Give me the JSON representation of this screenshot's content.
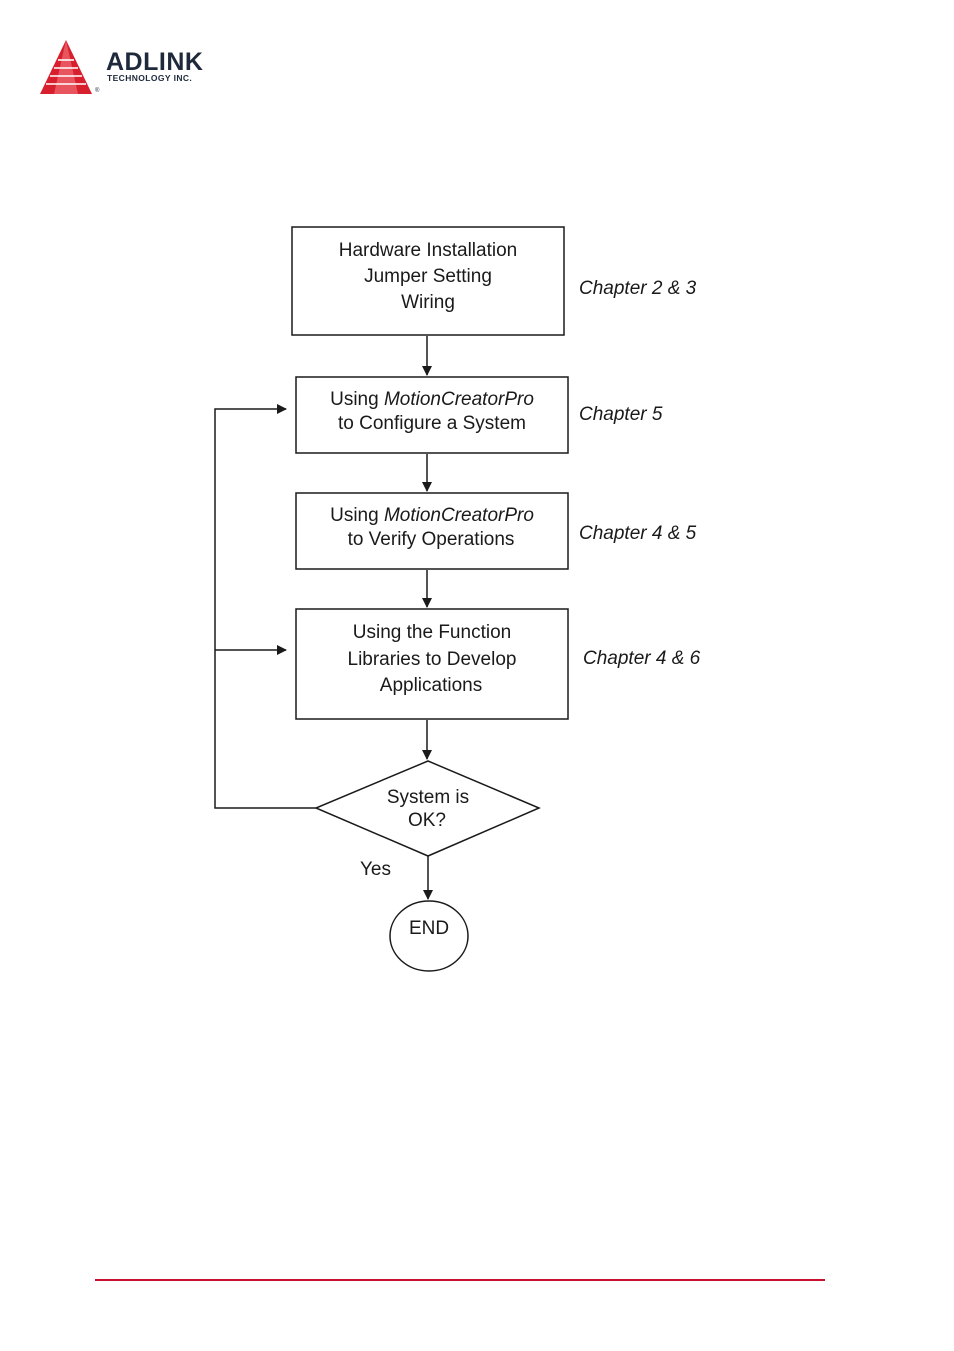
{
  "brand": {
    "name": "ADLINK",
    "subtitle": "TECHNOLOGY INC.",
    "registered": "®",
    "color_red": "#d81f2e",
    "color_dark": "#1e2a3c"
  },
  "flowchart": {
    "step1": {
      "lines": [
        "Hardware Installation",
        "Jumper Setting",
        "Wiring"
      ],
      "chapter": "Chapter 2 & 3"
    },
    "step2": {
      "lines": [
        {
          "plain": "Using ",
          "italic": "MotionCreatorPro"
        },
        {
          "plain": "to Configure a System"
        }
      ],
      "chapter": "Chapter 5"
    },
    "step3": {
      "lines": [
        {
          "plain": "Using ",
          "italic": "MotionCreatorPro"
        },
        {
          "plain": "to Verify Operations"
        }
      ],
      "chapter": "Chapter 4 & 5"
    },
    "step4": {
      "lines": [
        "Using the Function",
        "Libraries to Develop",
        "Applications"
      ],
      "chapter": "Chapter 4 & 6"
    },
    "decision": {
      "lines": [
        "System is",
        "OK?"
      ]
    },
    "yes_label": "Yes",
    "end_label": "END"
  },
  "footer": {
    "rule_color": "#c8102e"
  }
}
